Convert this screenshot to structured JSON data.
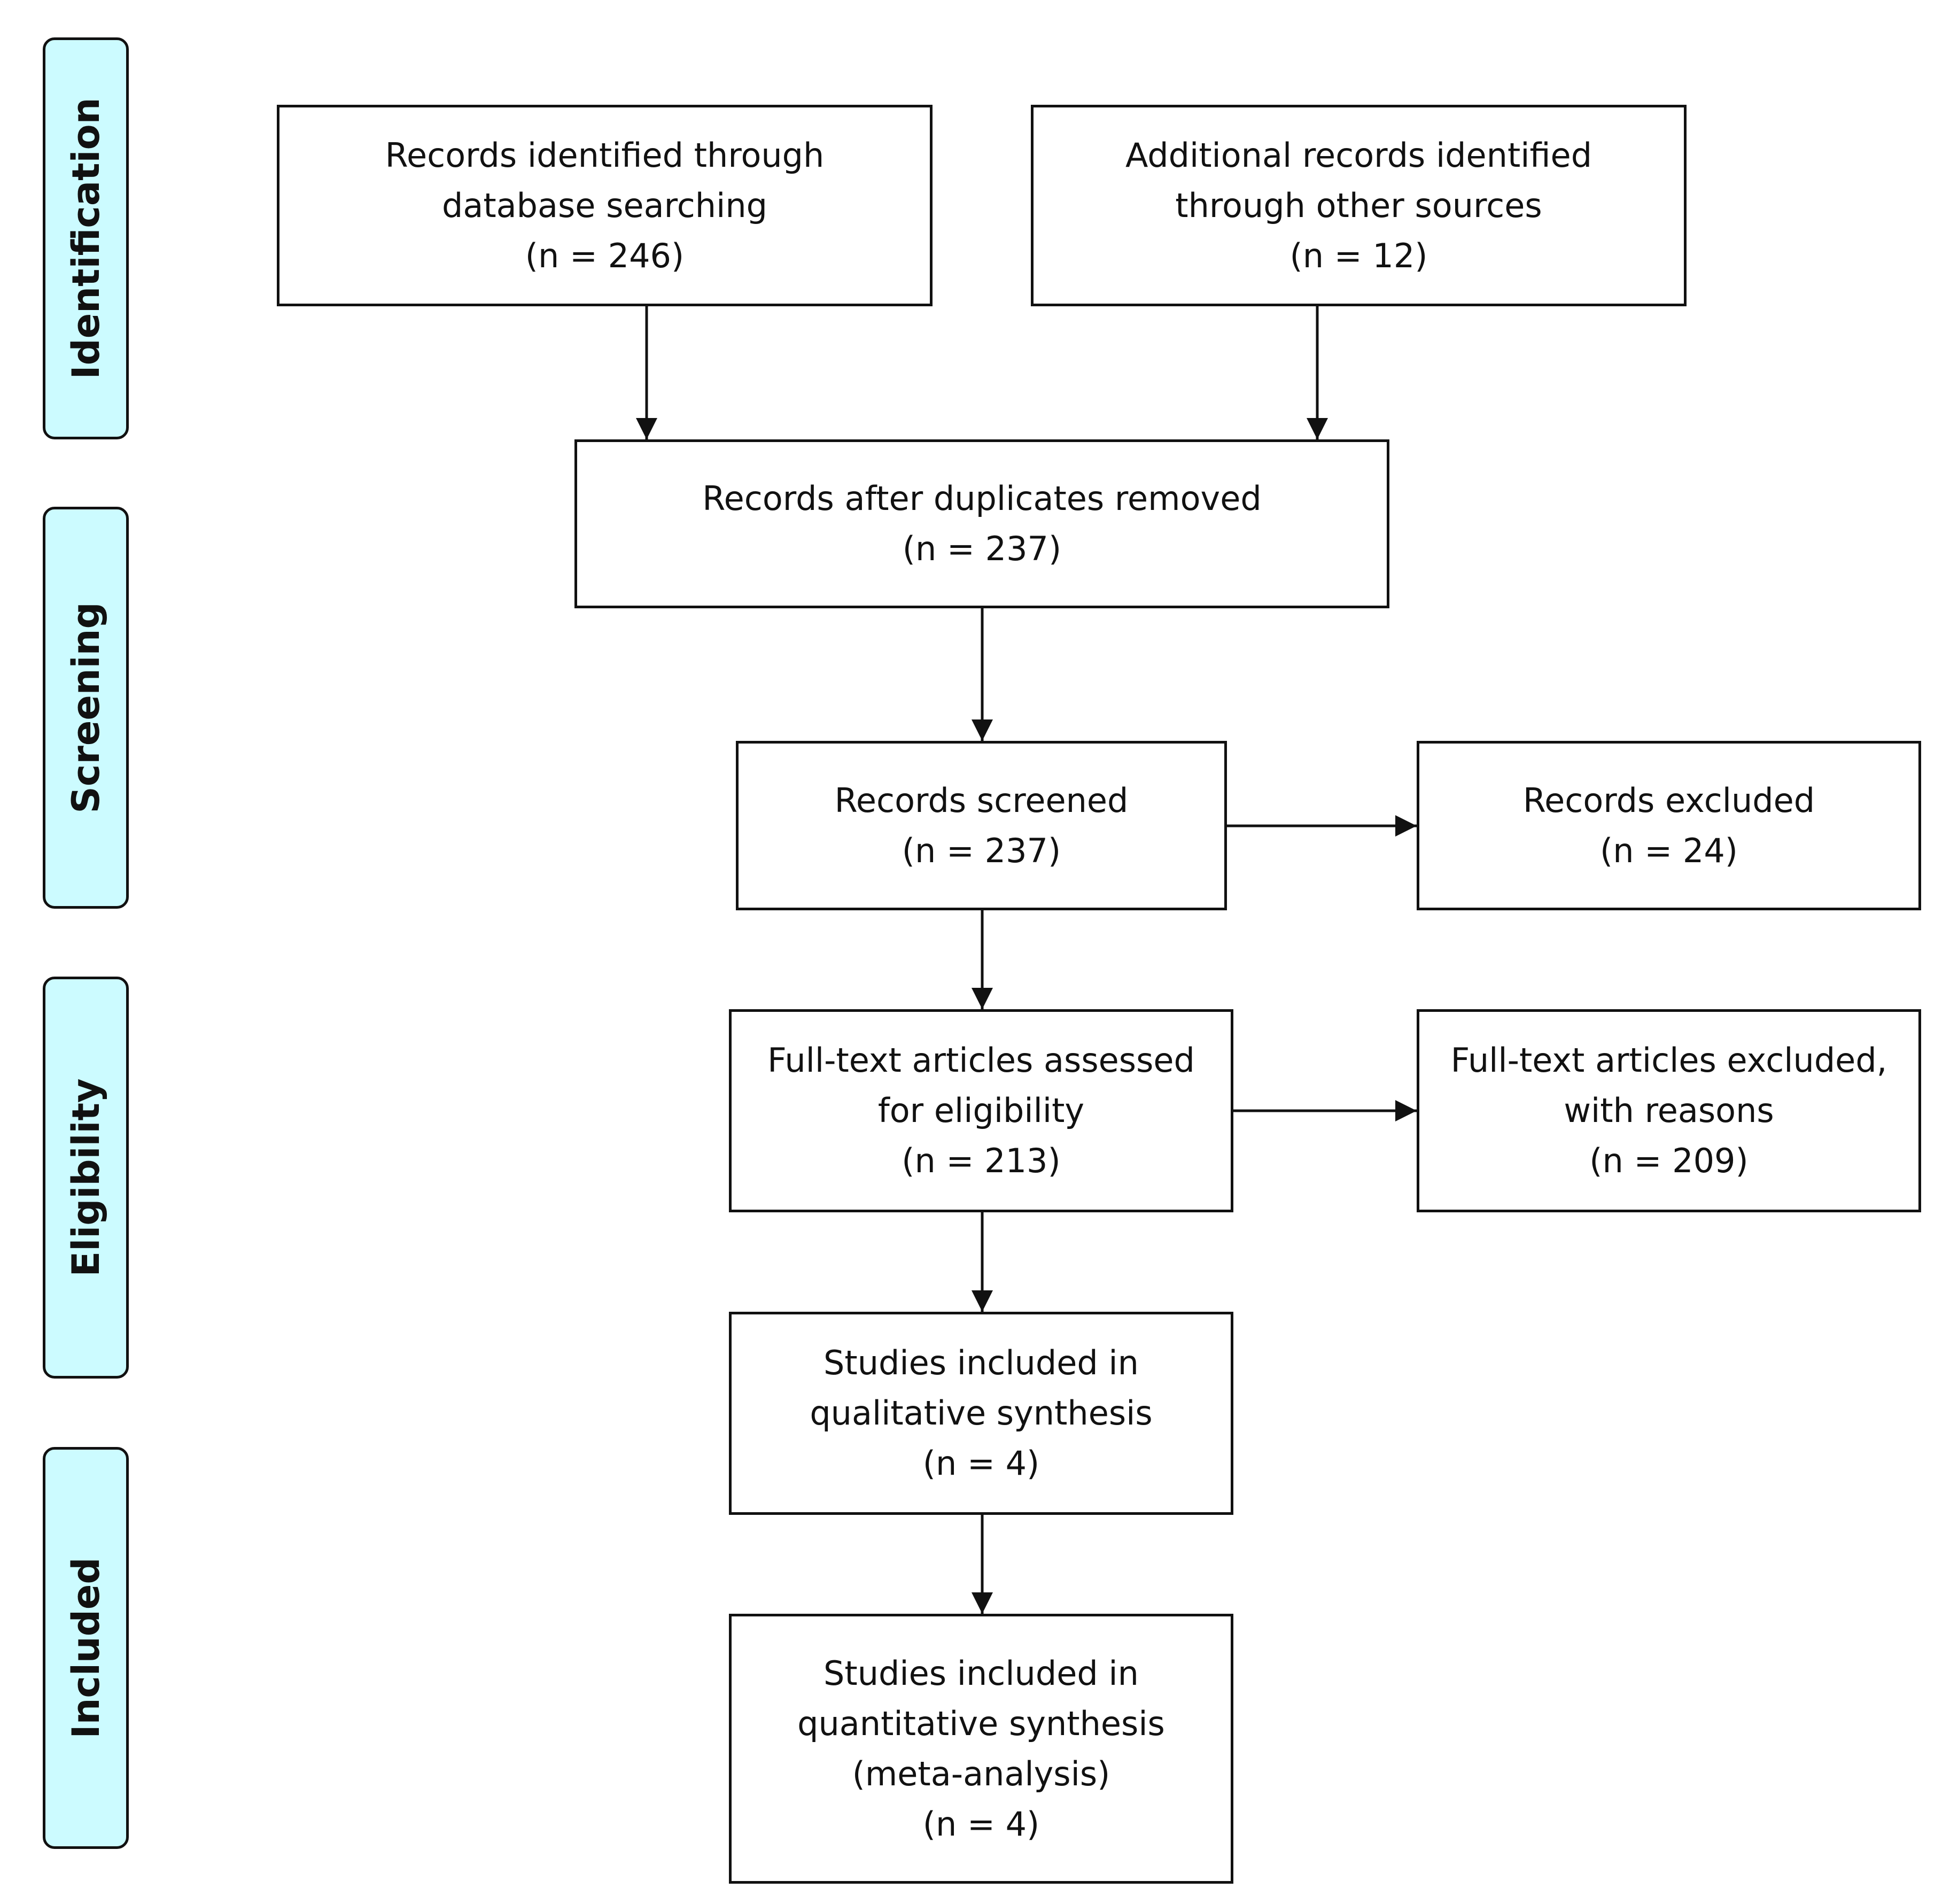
{
  "phases": {
    "identification": "Identification",
    "screening": "Screening",
    "eligibility": "Eligibility",
    "included": "Included"
  },
  "boxes": {
    "database_records": {
      "line1": "Records identified through",
      "line2": "database searching",
      "count": "(n = 246)"
    },
    "other_sources": {
      "line1": "Additional records identified",
      "line2": "through other sources",
      "count": "(n = 12)"
    },
    "duplicates_removed": {
      "line1": "Records after duplicates removed",
      "count": "(n = 237)"
    },
    "screened": {
      "line1": "Records screened",
      "count": "(n = 237)"
    },
    "excluded": {
      "line1": "Records excluded",
      "count": "(n = 24)"
    },
    "fulltext_assessed": {
      "line1": "Full-text articles assessed",
      "line2": "for eligibility",
      "count": "(n = 213)"
    },
    "fulltext_excluded": {
      "line1": "Full-text articles excluded,",
      "line2": "with reasons",
      "count": "(n = 209)"
    },
    "qualitative": {
      "line1": "Studies included in",
      "line2": "qualitative synthesis",
      "count": "(n = 4)"
    },
    "quantitative": {
      "line1": "Studies included in",
      "line2": "quantitative synthesis",
      "line3": "(meta-analysis)",
      "count": "(n = 4)"
    }
  },
  "colors": {
    "phase_fill": "#ccfbff",
    "stroke": "#111111",
    "box_fill": "#ffffff"
  }
}
